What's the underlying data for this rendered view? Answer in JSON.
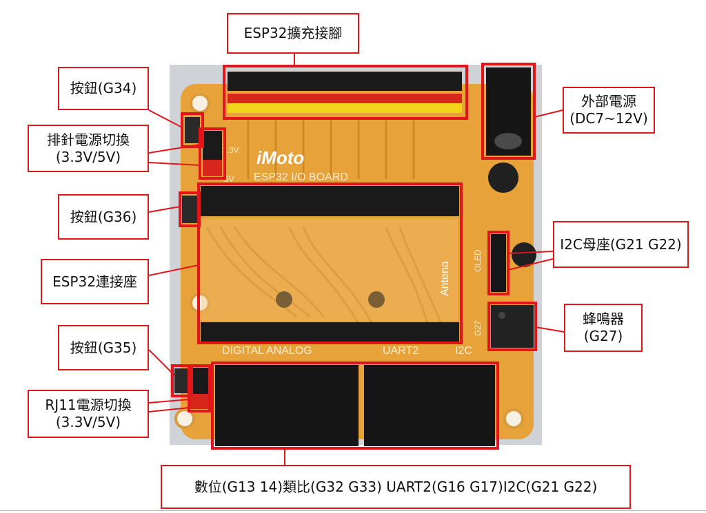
{
  "board_text": {
    "logo": "iMoto",
    "subtitle": "ESP32 I/O BOARD",
    "antenna": "Antena",
    "silk_bottom": "DIGITAL  ANALOG",
    "silk_uart": "UART2",
    "silk_i2c": "I2C",
    "v33": "3.3V",
    "v5": "5V",
    "g27": "G27",
    "oled": "OLED"
  },
  "callouts": {
    "esp32_header": "ESP32擴充接腳",
    "button_g34": "按鈕(G34)",
    "pin_power_line1": "排針電源切換",
    "pin_power_line2": "(3.3V/5V)",
    "button_g36": "按鈕(G36)",
    "esp32_socket": "ESP32連接座",
    "button_g35": "按鈕(G35)",
    "rj11_power_line1": "RJ11電源切換",
    "rj11_power_line2": "(3.3V/5V)",
    "ext_power_line1": "外部電源",
    "ext_power_line2": "(DC7~12V)",
    "i2c_socket": "I2C母座(G21 G22)",
    "buzzer_line1": "蜂鳴器",
    "buzzer_line2": "(G27)",
    "rj11_ports": "數位(G13 14)類比(G32 G33) UART2(G16 G17)I2C(G21 G22)"
  },
  "colors": {
    "accent": "#e0161b",
    "pcb": "#e8a23a",
    "trace": "#d18a22",
    "header_black": "#1a1a1a",
    "pin_yellow": "#f2d21b",
    "pin_red": "#d8261c"
  }
}
